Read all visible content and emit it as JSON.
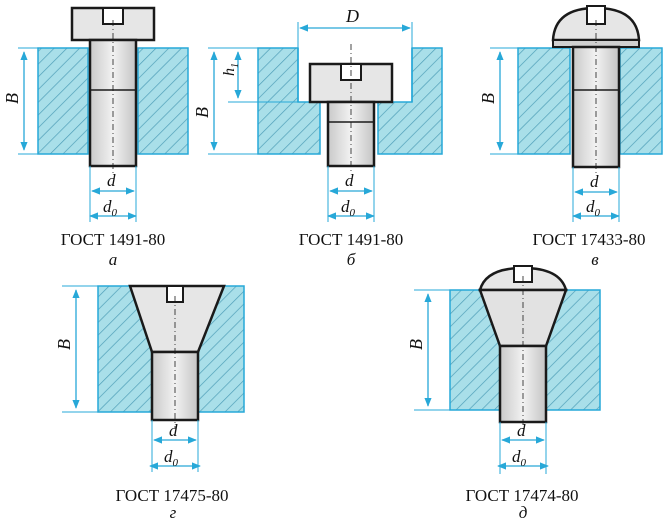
{
  "colors": {
    "plate": "#a9dfe9",
    "hatch": "#4f9fb8",
    "dim": "#27a8d8",
    "ink": "#1a1a1a",
    "metal": "#d8d8d8"
  },
  "labels": {
    "B": "B",
    "D": "D",
    "h1": "h",
    "h1_sub": "1",
    "d": "d",
    "d0": "d",
    "d0_sub": "0"
  },
  "figures": [
    {
      "standard": "ГОСТ 1491-80",
      "letter": "а"
    },
    {
      "standard": "ГОСТ 1491-80",
      "letter": "б"
    },
    {
      "standard": "ГОСТ 17433-80",
      "letter": "в"
    },
    {
      "standard": "ГОСТ 17475-80",
      "letter": "г"
    },
    {
      "standard": "ГОСТ 17474-80",
      "letter": "д"
    }
  ]
}
